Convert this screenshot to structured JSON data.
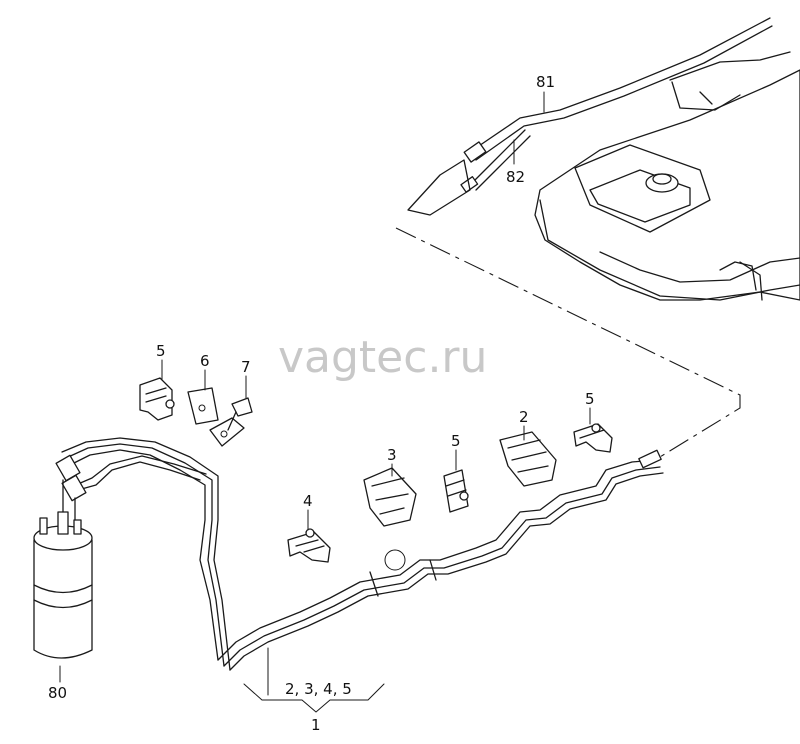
{
  "watermark": "vagtec.ru",
  "callouts": {
    "c81": "81",
    "c82": "82",
    "c5a": "5",
    "c6": "6",
    "c7": "7",
    "c2": "2",
    "c5b": "5",
    "c3": "3",
    "c5c": "5",
    "c4": "4",
    "c80": "80",
    "group_parts": "2, 3, 4, 5",
    "group_assembly": "1"
  },
  "colors": {
    "line": "#1a1a1a",
    "watermark": "#c8c8c8",
    "background": "#ffffff"
  }
}
